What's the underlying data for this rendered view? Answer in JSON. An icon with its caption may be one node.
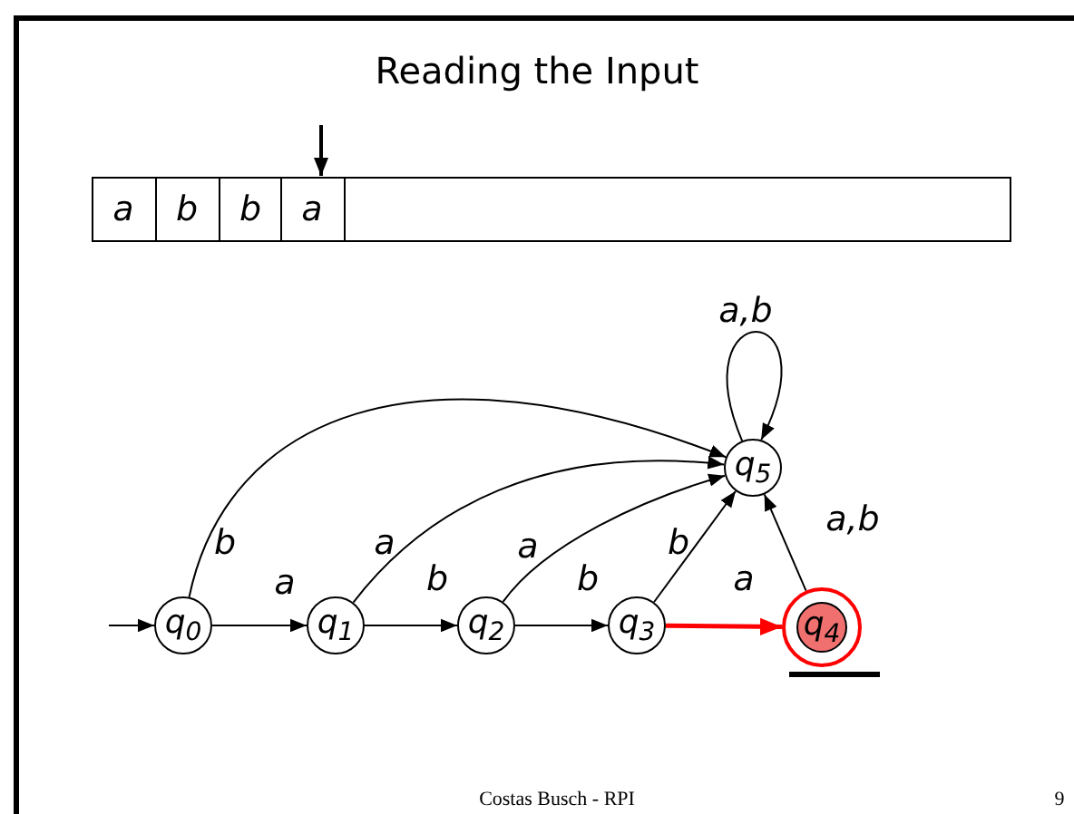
{
  "diagram": {
    "title": "Reading the Input",
    "nodes": [
      {
        "text": [
          "q$_{0}$"
        ]
      },
      {
        "text": [
          "q$_{1}$"
        ]
      },
      {
        "text": [
          "q$_{2}$"
        ]
      },
      {
        "text": [
          "q$_{3}$"
        ]
      },
      {
        "text": [
          "q$_{4}$"
        ]
      },
      {
        "text": [
          "q$_{5}$"
        ]
      }
    ],
    "edges": [
      {
        "from": null,
        "to": 0,
        "arrow": "to"
      },
      {
        "from": 0,
        "to": 1,
        "arrow": "to",
        "label": "a"
      },
      {
        "from": 1,
        "to": 2,
        "arrow": "to",
        "label": "b"
      },
      {
        "from": 2,
        "to": 3,
        "arrow": "to",
        "label": "b"
      },
      {
        "from": 3,
        "to": 4,
        "arrow": "to",
        "label": "a",
        "style": "thick",
        "color": "#ff0000"
      },
      {
        "from": 0,
        "to": 5,
        "arrow": "to",
        "label": "b"
      },
      {
        "from": 1,
        "to": 5,
        "arrow": "to",
        "label": "a"
      },
      {
        "from": 2,
        "to": 5,
        "arrow": "to",
        "label": "a"
      },
      {
        "from": 3,
        "to": 5,
        "arrow": "to",
        "label": "b"
      },
      {
        "from": 4,
        "to": 5,
        "arrow": "to",
        "label": "a,b"
      },
      {
        "from": 5,
        "to": 5,
        "arrow": "to",
        "label": "a,b"
      }
    ],
    "labels": [
      "a",
      "b",
      "b",
      "a",
      "Costas Busch - RPI",
      "9"
    ]
  }
}
